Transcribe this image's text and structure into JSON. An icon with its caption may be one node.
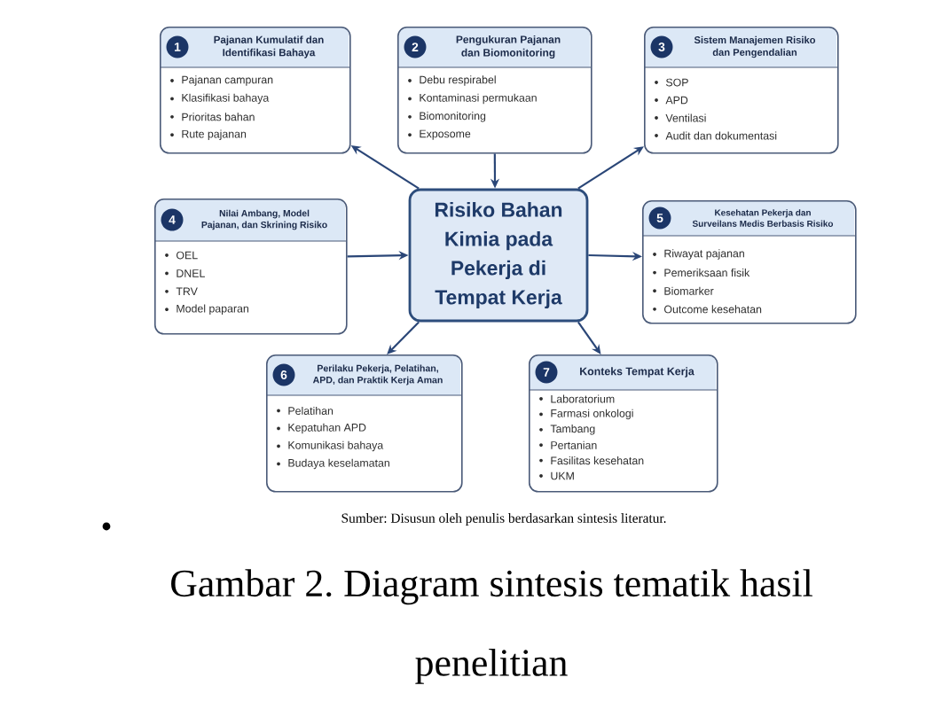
{
  "diagram": {
    "caption": "Gambar 2. Diagram sintesis tematik hasil penelitian",
    "nodes": [
      {
        "text": [
          "1",
          "Pajanan Kumulatif dan Identifikasi Bahaya",
          "Pajanan campuran",
          "Klasifikasi bahaya",
          "Prioritas bahan",
          "Rute pajanan"
        ]
      },
      {
        "text": [
          "2",
          "Pengukuran Pajanan dan Biomonitoring",
          "Debu respirabel",
          "Kontaminasi permukaan",
          "Biomonitoring",
          "Exposome"
        ]
      },
      {
        "text": [
          "3",
          "Sistem Manajemen Risiko dan Pengendalian",
          "SOP",
          "APD",
          "Ventilasi",
          "Audit dan dokumentasi"
        ]
      },
      {
        "text": [
          "4",
          "Nilai Ambang, Model Pajanan, dan Skrining Risiko",
          "OEL",
          "DNEL",
          "TRV",
          "Model paparan"
        ]
      },
      {
        "text": [
          "Risiko Bahan Kimia pada Pekerja di Tempat Kerja"
        ]
      },
      {
        "text": [
          "5",
          "Kesehatan Pekerja dan Surveilans Medis Berbasis Risiko",
          "Riwayat pajanan",
          "Pemeriksaan fisik",
          "Biomarker",
          "Outcome kesehatan"
        ]
      },
      {
        "text": [
          "6",
          "Perilaku Pekerja, Pelatihan, APD, dan Praktik Kerja Aman",
          "Pelatihan",
          "Kepatuhan APD",
          "Komunikasi bahaya",
          "Budaya keselamatan"
        ]
      },
      {
        "text": [
          "7",
          "Konteks Tempat Kerja",
          "Laboratorium",
          "Farmasi onkologi",
          "Tambang",
          "Pertanian",
          "Fasilitas kesehatan",
          "UKM"
        ]
      }
    ],
    "edges": [
      {
        "from": 4,
        "to": 0,
        "arrow": "to"
      },
      {
        "from": 1,
        "to": 4,
        "arrow": "to"
      },
      {
        "from": 4,
        "to": 2,
        "arrow": "to"
      },
      {
        "from": 3,
        "to": 4,
        "arrow": "to"
      },
      {
        "from": 4,
        "to": 5,
        "arrow": "to"
      },
      {
        "from": 4,
        "to": 6,
        "arrow": "to"
      },
      {
        "from": 4,
        "to": 7,
        "arrow": "to"
      }
    ],
    "labels": [
      "Sumber: Disusun oleh penulis berdasarkan sintesis literatur."
    ]
  }
}
